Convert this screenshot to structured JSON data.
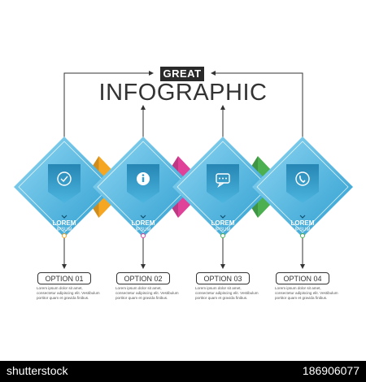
{
  "header": {
    "badge": "GREAT",
    "title": "INFOGRAPHIC"
  },
  "steps": [
    {
      "label": "LOREM",
      "sub": "IPSUM",
      "icon": "checkmark-icon",
      "option": "OPTION 01",
      "description": "Lorem ipsum dolor sit amet, consectetur adipiscing elit. Vestibulum portitor quam et gravida finibus."
    },
    {
      "label": "LOREM",
      "sub": "IPSUM",
      "icon": "info-icon",
      "option": "OPTION 02",
      "description": "Lorem ipsum dolor sit amet, consectetur adipiscing elit. Vestibulum portitor quam et gravida finibus."
    },
    {
      "label": "LOREM",
      "sub": "IPSUM",
      "icon": "chat-icon",
      "option": "OPTION 03",
      "description": "Lorem ipsum dolor sit amet, consectetur adipiscing elit. Vestibulum portitor quam et gravida finibus."
    },
    {
      "label": "LOREM",
      "sub": "IPSUM",
      "icon": "phone-icon",
      "option": "OPTION 04",
      "description": "Lorem ipsum dolor sit amet, consectetur adipiscing elit. Vestibulum portitor quam et gravida finibus."
    }
  ],
  "connectors": [
    {
      "color": "#f5a623"
    },
    {
      "color": "#e0429a"
    },
    {
      "color": "#4caf50"
    }
  ],
  "colors": {
    "card_light": "#6fc8ec",
    "card_dark": "#1e88b8",
    "line": "#333333"
  },
  "watermark": {
    "left": "shutterstock",
    "right": "186906077"
  }
}
